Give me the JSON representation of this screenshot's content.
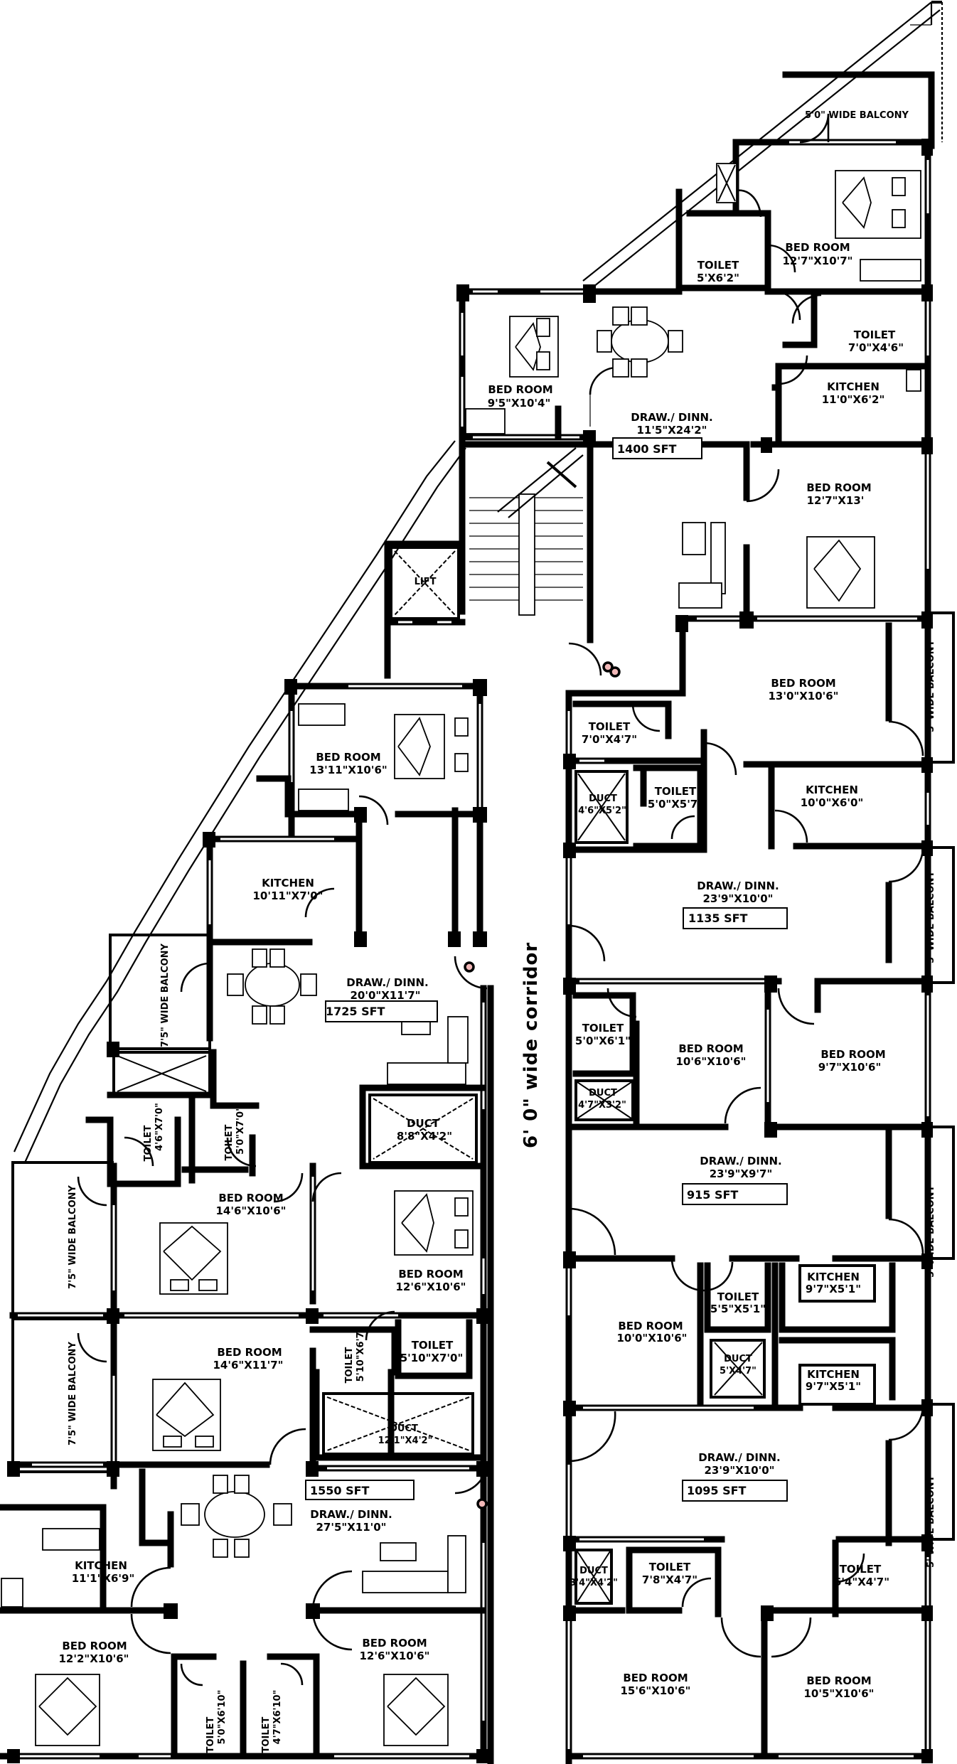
{
  "plan": {
    "corridor_label": "6' 0\"  wide  corridor",
    "lift_label": "LIFT",
    "units": [
      {
        "id": "unit-1400",
        "area": "1400 SFT",
        "rooms": [
          {
            "name": "BED ROOM",
            "size": "12'7\"X10'7\""
          },
          {
            "name": "TOILET",
            "size": "5'X6'2\""
          },
          {
            "name": "TOILET",
            "size": "7'0\"X4'6\""
          },
          {
            "name": "BED ROOM",
            "size": "9'5\"X10'4\""
          },
          {
            "name": "DRAW./ DINN.",
            "size": "11'5\"X24'2\""
          },
          {
            "name": "KITCHEN",
            "size": "11'0\"X6'2\""
          },
          {
            "name": "BED ROOM",
            "size": "12'7\"X13'"
          }
        ],
        "balcony": "5'0\" WIDE BALCONY"
      },
      {
        "id": "unit-1135",
        "area": "1135  SFT",
        "rooms": [
          {
            "name": "BED ROOM",
            "size": "13'0\"X10'6\""
          },
          {
            "name": "TOILET",
            "size": "7'0\"X4'7\""
          },
          {
            "name": "DUCT",
            "size": "4'6\"X5'2\""
          },
          {
            "name": "TOILET",
            "size": "5'0\"X5'7\""
          },
          {
            "name": "KITCHEN",
            "size": "10'0\"X6'0\""
          },
          {
            "name": "DRAW./ DINN.",
            "size": "23'9\"X10'0\""
          }
        ],
        "balconies": [
          "5' WIDE BALCONY",
          "5' WIDE BALCONY"
        ]
      },
      {
        "id": "unit-915",
        "area": "915  SFT",
        "rooms": [
          {
            "name": "TOILET",
            "size": "5'0\"X6'1\""
          },
          {
            "name": "BED ROOM",
            "size": "10'6\"X10'6\""
          },
          {
            "name": "BED ROOM",
            "size": "9'7\"X10'6\""
          },
          {
            "name": "DUCT",
            "size": "4'7\"X3'2\""
          },
          {
            "name": "DRAW./ DINN.",
            "size": "23'9\"X9'7\""
          },
          {
            "name": "BED ROOM",
            "size": "10'0\"X10'6\""
          },
          {
            "name": "TOILET",
            "size": "5'5\"X5'1\""
          },
          {
            "name": "KITCHEN",
            "size": "9'7\"X5'1\""
          }
        ],
        "balcony": "5' WIDE BALCONY"
      },
      {
        "id": "unit-1095",
        "area": "1095 SFT",
        "rooms": [
          {
            "name": "DUCT",
            "size": "5'X4'7\""
          },
          {
            "name": "KITCHEN",
            "size": "9'7\"X5'1\""
          },
          {
            "name": "DRAW./ DINN.",
            "size": "23'9\"X10'0\""
          },
          {
            "name": "DUCT",
            "size": "3'4\"X4'2\""
          },
          {
            "name": "TOILET",
            "size": "7'8\"X4'7\""
          },
          {
            "name": "TOILET",
            "size": "6'4\"X4'7\""
          },
          {
            "name": "BED ROOM",
            "size": "15'6\"X10'6\""
          },
          {
            "name": "BED ROOM",
            "size": "10'5\"X10'6\""
          }
        ],
        "balcony": "5' WIDE BALCONY"
      },
      {
        "id": "unit-1725",
        "area": "1725 SFT",
        "rooms": [
          {
            "name": "BED ROOM",
            "size": "13'11\"X10'6\""
          },
          {
            "name": "KITCHEN",
            "size": "10'11\"X7'0\""
          },
          {
            "name": "DRAW./ DINN.",
            "size": "20'0\"X11'7\""
          },
          {
            "name": "TOILET",
            "size": "4'6\"X7'0\""
          },
          {
            "name": "TOILET",
            "size": "5'0\"X7'0\""
          },
          {
            "name": "DUCT",
            "size": "8'8\"X4'2\""
          },
          {
            "name": "BED ROOM",
            "size": "14'6\"X10'6\""
          },
          {
            "name": "BED ROOM",
            "size": "12'6\"X10'6\""
          }
        ],
        "balconies": [
          "7'5\" WIDE BALCONY",
          "7'5\" WIDE BALCONY"
        ]
      },
      {
        "id": "unit-1550",
        "area": "1550  SFT",
        "rooms": [
          {
            "name": "BED ROOM",
            "size": "14'6\"X11'7\""
          },
          {
            "name": "TOILET",
            "size": "5'10\"X6'7\""
          },
          {
            "name": "TOILET",
            "size": "5'10\"X7'0\""
          },
          {
            "name": "DUCT",
            "size": "12'1\"X4'2\""
          },
          {
            "name": "DRAW./ DINN.",
            "size": "27'5\"X11'0\""
          },
          {
            "name": "KITCHEN",
            "size": "11'1\"X6'9\""
          },
          {
            "name": "BED ROOM",
            "size": "12'2\"X10'6\""
          },
          {
            "name": "BED ROOM",
            "size": "12'6\"X10'6\""
          },
          {
            "name": "TOILET",
            "size": "5'0\"X6'10\""
          },
          {
            "name": "TOILET",
            "size": "4'7\"X6'10\""
          }
        ],
        "balcony": "7'5\" WIDE BALCONY"
      }
    ]
  }
}
